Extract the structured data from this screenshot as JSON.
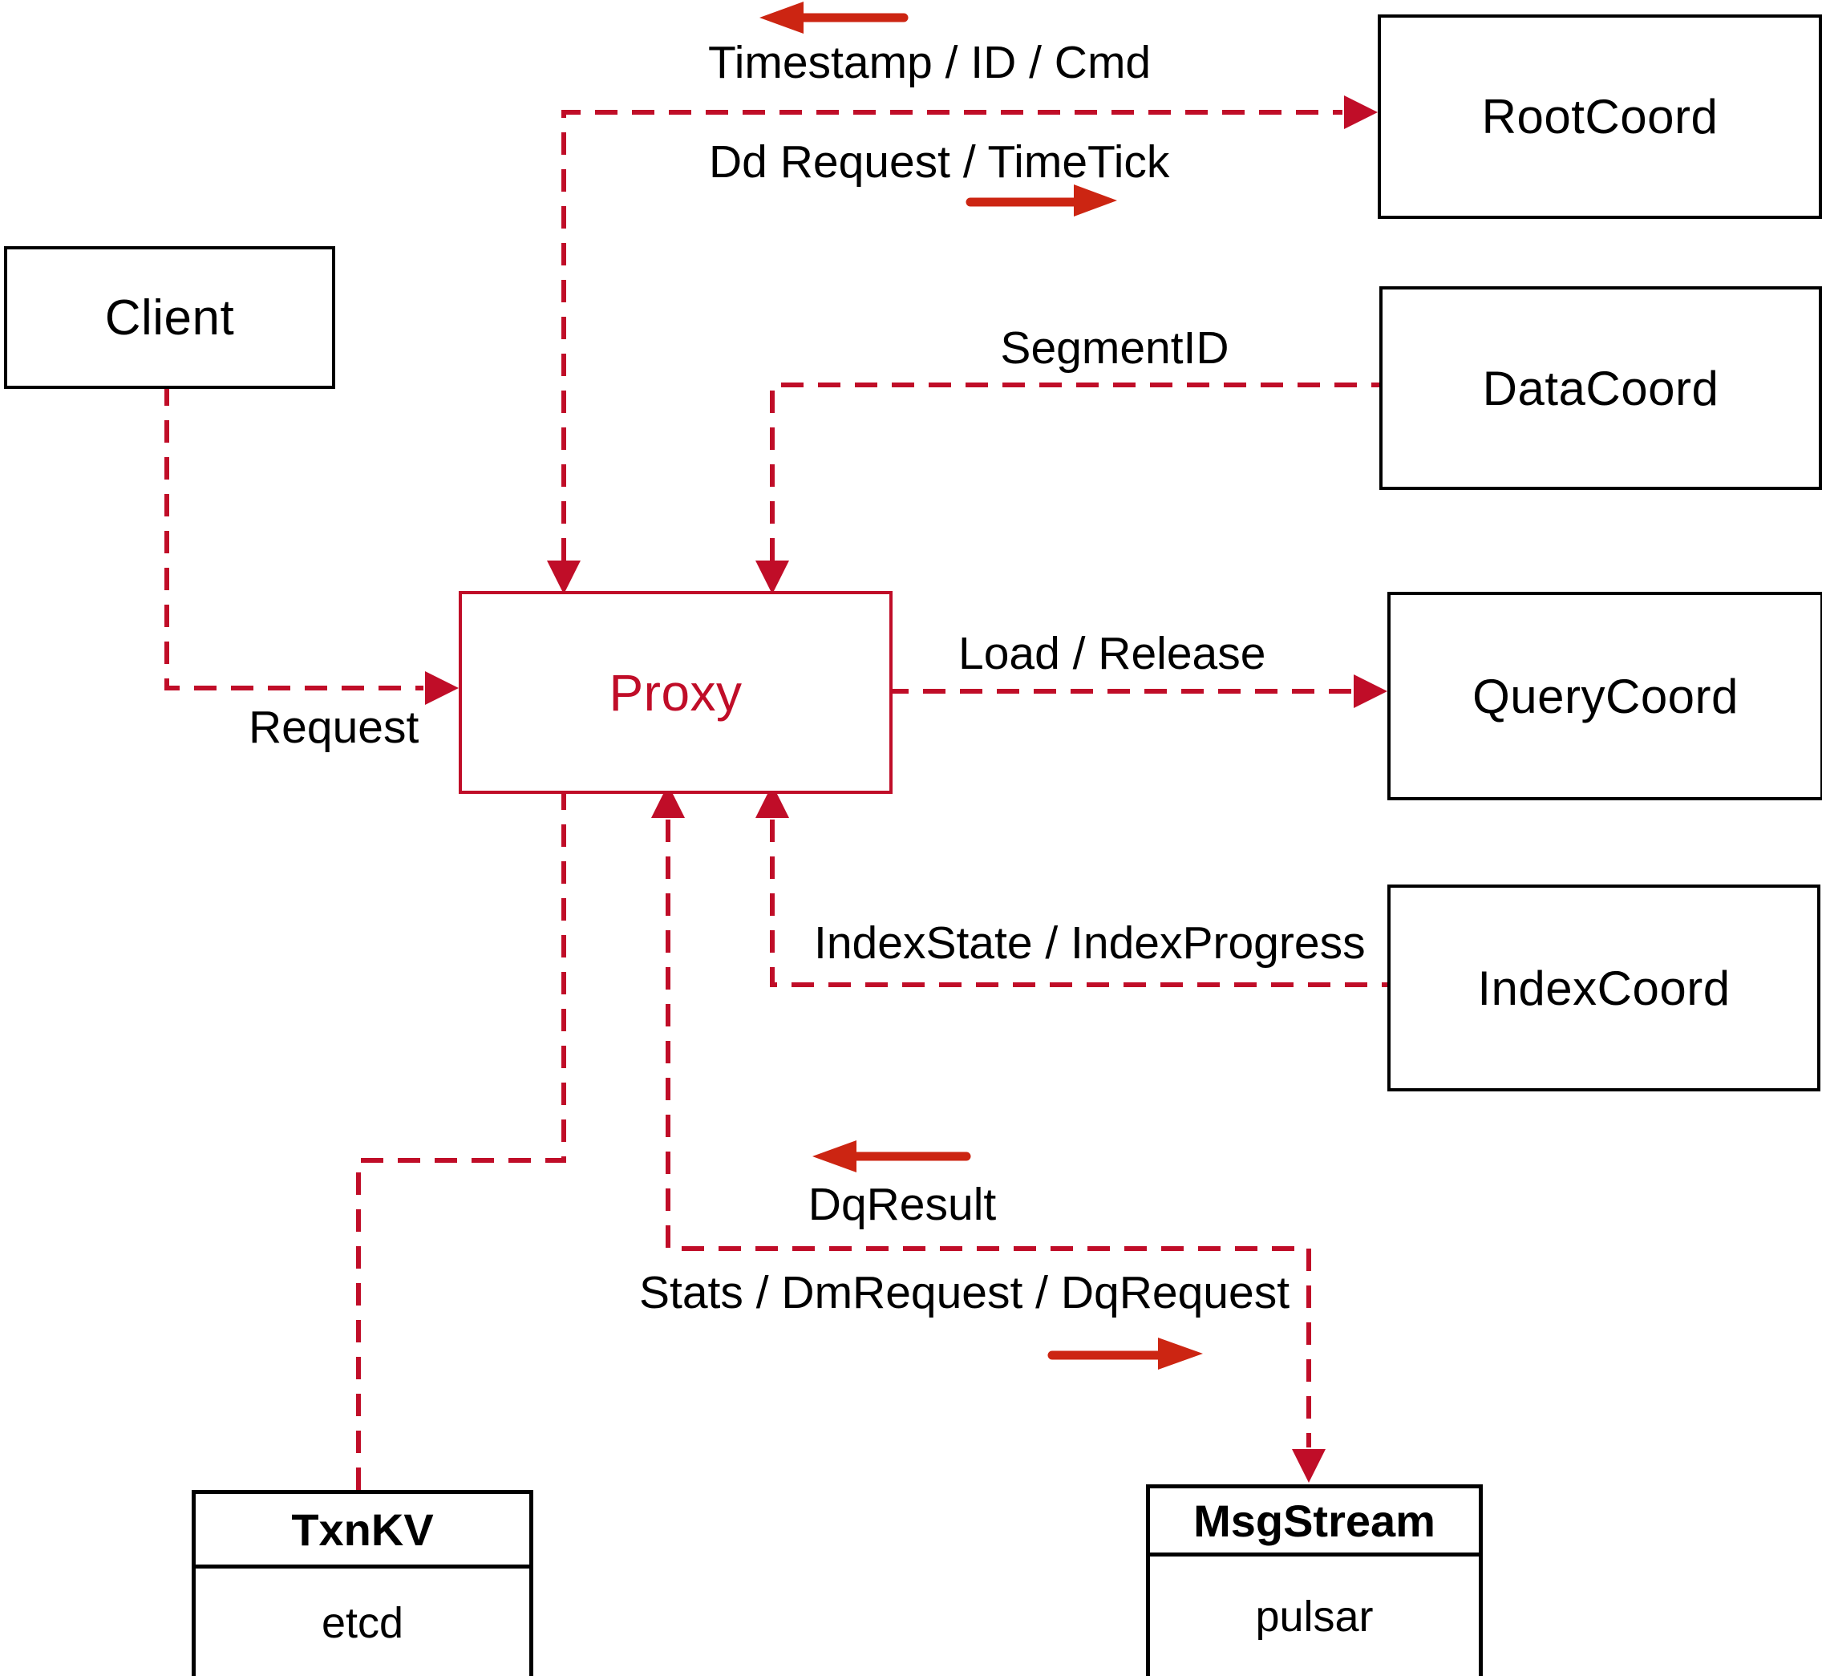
{
  "diagram": {
    "nodes": {
      "client": {
        "label": "Client"
      },
      "rootcoord": {
        "label": "RootCoord"
      },
      "datacoord": {
        "label": "DataCoord"
      },
      "querycoord": {
        "label": "QueryCoord"
      },
      "indexcoord": {
        "label": "IndexCoord"
      },
      "proxy": {
        "label": "Proxy"
      },
      "txnkv": {
        "title": "TxnKV",
        "impl": "etcd"
      },
      "msgstream": {
        "title": "MsgStream",
        "impl": "pulsar"
      }
    },
    "edge_labels": {
      "timestamp": "Timestamp / ID / Cmd",
      "dd_request": "Dd Request / TimeTick",
      "segment_id": "SegmentID",
      "load_release": "Load / Release",
      "index_state": "IndexState / IndexProgress",
      "request": "Request",
      "dq_result": "DqResult",
      "stats": "Stats / DmRequest / DqRequest"
    },
    "colors": {
      "dashed_line": "#c00d28",
      "solid_arrow": "#cc2512",
      "proxy_accent": "#c00d28",
      "box_border": "#000000",
      "text": "#000000",
      "background": "#ffffff"
    }
  }
}
